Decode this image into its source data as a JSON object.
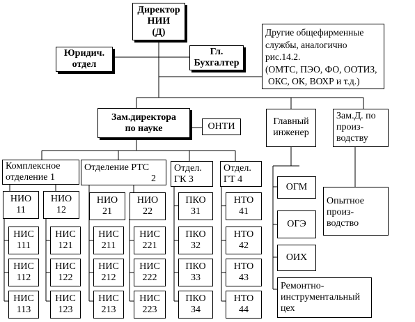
{
  "director": {
    "line1": "Директор",
    "line2": "НИИ",
    "line3": "(Д)"
  },
  "legal": {
    "line1": "Юридич.",
    "line2": "отдел"
  },
  "accountant": {
    "line1": "Гл.",
    "line2": "Бухгалтер"
  },
  "other_services": {
    "line1": "Другие общефирменные",
    "line2": "службы, аналогично",
    "line3": "рис.14.2.",
    "line4": "(ОМТС, ПЭО, ФО, ООТИЗ,",
    "line5": "ОКС, ОК, ВОХР и т.д.)"
  },
  "deputy_science": {
    "line1": "Зам.директора",
    "line2": "по науке"
  },
  "onti": "ОНТИ",
  "chief_engineer": {
    "line1": "Главный",
    "line2": "инженер"
  },
  "deputy_production": {
    "line1": "Зам.Д. по",
    "line2": "произ-",
    "line3": "водству"
  },
  "dept_complex": {
    "line1": "Комплексное",
    "line2": "отделение     1"
  },
  "dept_rts": {
    "line1": "Отделение РТС",
    "line2": "2"
  },
  "dept_gk": {
    "line1": "Отдел.",
    "line2": "ГК   3"
  },
  "dept_gt": {
    "line1": "Отдел.",
    "line2": "ГТ   4"
  },
  "nio": [
    {
      "line1": "НИО",
      "line2": "11"
    },
    {
      "line1": "НИО",
      "line2": "12"
    },
    {
      "line1": "НИО",
      "line2": "21"
    },
    {
      "line1": "НИО",
      "line2": "22"
    }
  ],
  "nis": [
    {
      "line1": "НИС",
      "line2": "111"
    },
    {
      "line1": "НИС",
      "line2": "112"
    },
    {
      "line1": "НИС",
      "line2": "113"
    },
    {
      "line1": "НИС",
      "line2": "121"
    },
    {
      "line1": "НИС",
      "line2": "122"
    },
    {
      "line1": "НИС",
      "line2": "123"
    },
    {
      "line1": "НИС",
      "line2": "211"
    },
    {
      "line1": "НИС",
      "line2": "212"
    },
    {
      "line1": "НИС",
      "line2": "213"
    },
    {
      "line1": "НИС",
      "line2": "221"
    },
    {
      "line1": "НИС",
      "line2": "222"
    },
    {
      "line1": "НИС",
      "line2": "223"
    }
  ],
  "pko": [
    {
      "line1": "ПКО",
      "line2": "31"
    },
    {
      "line1": "ПКО",
      "line2": "32"
    },
    {
      "line1": "ПКО",
      "line2": "33"
    },
    {
      "line1": "ПКО",
      "line2": "34"
    }
  ],
  "nto": [
    {
      "line1": "НТО",
      "line2": "41"
    },
    {
      "line1": "НТО",
      "line2": "42"
    },
    {
      "line1": "НТО",
      "line2": "43"
    },
    {
      "line1": "НТО",
      "line2": "44"
    }
  ],
  "ogm": "ОГМ",
  "oge": "ОГЭ",
  "oih": "ОИХ",
  "repair_shop": {
    "line1": "Ремонтно-",
    "line2": "инструментальный",
    "line3": "цех"
  },
  "pilot_production": {
    "line1": "Опытное",
    "line2": "произ-",
    "line3": "водство"
  }
}
